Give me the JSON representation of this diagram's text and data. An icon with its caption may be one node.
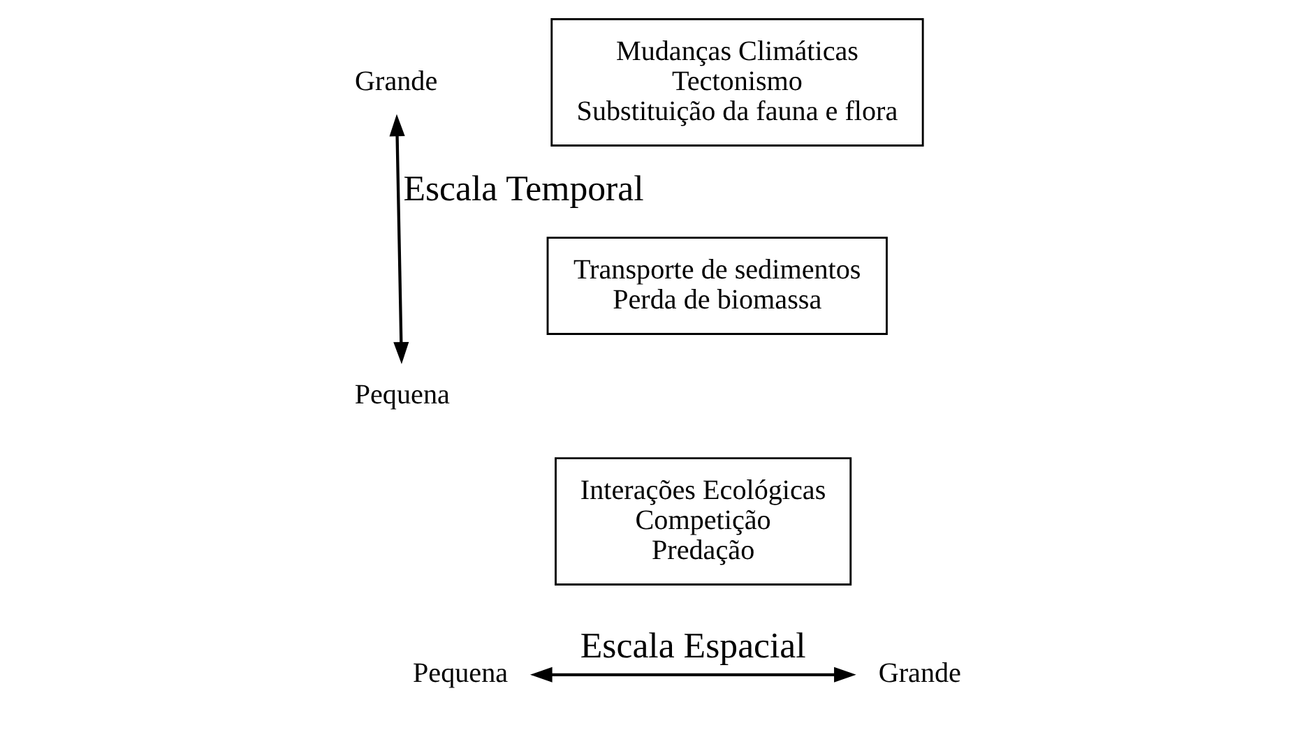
{
  "diagram": {
    "nodes": [
      {
        "text": [
          "Grande"
        ]
      },
      {
        "text": [
          "Mudanças Climáticas",
          "Tectonismo",
          "Substituição da fauna e flora"
        ]
      },
      {
        "text": [
          "Transporte de sedimentos",
          "Perda de biomassa"
        ]
      },
      {
        "text": [
          "Interações Ecológicas",
          "Competição",
          "Predação"
        ]
      },
      {
        "text": [
          "Pequena"
        ]
      },
      {
        "text": [
          "Pequena"
        ]
      },
      {
        "text": [
          "Grande"
        ]
      }
    ],
    "edges": [
      {
        "from": 0,
        "to": 4,
        "arrow": "both",
        "label": "Escala Temporal"
      },
      {
        "from": 5,
        "to": 6,
        "arrow": "both",
        "label": "Escala Espacial"
      }
    ]
  }
}
